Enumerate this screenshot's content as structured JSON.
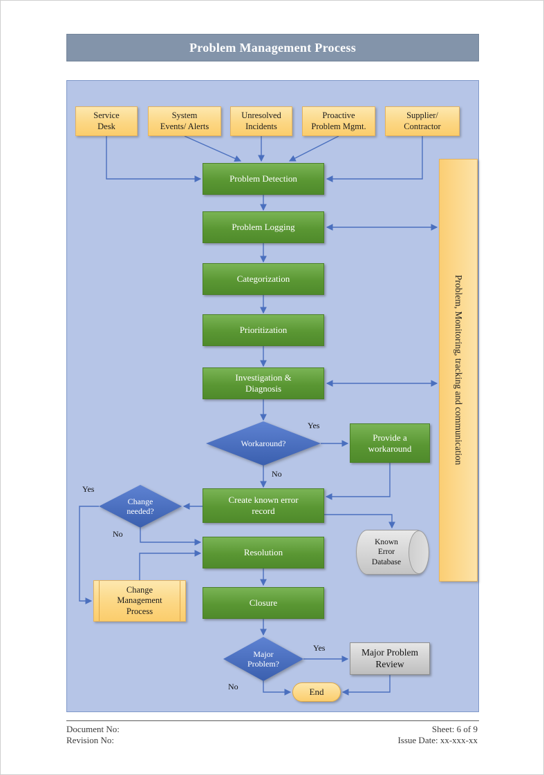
{
  "title": "Problem Management Process",
  "palette": {
    "header_bg": "#8394aa",
    "canvas_bg": "#b6c5e7",
    "process_green": "#5a9733",
    "source_yellow": "#fcd784",
    "decision_blue": "#4a69bd",
    "arrow_blue": "#4a6fbe"
  },
  "sources": [
    {
      "label": "Service\nDesk"
    },
    {
      "label": "System\nEvents/ Alerts"
    },
    {
      "label": "Unresolved\nIncidents"
    },
    {
      "label": "Proactive\nProblem Mgmt."
    },
    {
      "label": "Supplier/\nContractor"
    }
  ],
  "nodes": {
    "problem_detection": "Problem Detection",
    "problem_logging": "Problem Logging",
    "categorization": "Categorization",
    "prioritization": "Prioritization",
    "investigation": "Investigation &\nDiagnosis",
    "workaround": "Workaround?",
    "provide_workaround": "Provide a\nworkaround",
    "known_error": "Create known error\nrecord",
    "change_needed": "Change\nneeded?",
    "resolution": "Resolution",
    "closure": "Closure",
    "change_mgmt": "Change\nManagement\nProcess",
    "kedb": "Known\nError\nDatabase",
    "major_problem": "Major\nProblem?",
    "major_review": "Major Problem\nReview",
    "end": "End"
  },
  "edge_labels": {
    "workaround_yes": "Yes",
    "workaround_no": "No",
    "change_yes": "Yes",
    "change_no": "No",
    "major_yes": "Yes",
    "major_no": "No"
  },
  "sidebar": {
    "label": "Problem, Monitoring, tracking and communication"
  },
  "footer": {
    "document_no": "Document No:",
    "revision_no": "Revision No:",
    "sheet": "Sheet: 6 of 9",
    "issue_date": "Issue Date: xx-xxx-xx"
  }
}
